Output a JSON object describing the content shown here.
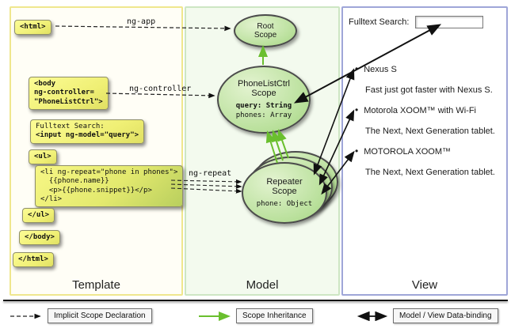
{
  "template_panel": {
    "label": "Template",
    "snippets": {
      "html_open": "<html>",
      "body_open": "<body\nng-controller=\n\"PhoneListCtrl\">",
      "fulltext_label": "Fulltext Search:",
      "fulltext_input": "<input ng-model=\"query\">",
      "ul_open": "<ul>",
      "li_repeat": "<li ng-repeat=\"phone in phones\">\n  {{phone.name}}\n  <p>{{phone.snippet}}</p>\n</li>",
      "ul_close": "</ul>",
      "body_close": "</body>",
      "html_close": "</html>"
    }
  },
  "model_panel": {
    "label": "Model",
    "root_scope_title": "Root\nScope",
    "phonelist_title": "PhoneListCtrl\nScope",
    "phonelist_query": "query: String",
    "phonelist_phones": "phones: Array",
    "repeater_title": "Repeater\nScope",
    "repeater_phone": "phone: Object"
  },
  "view_panel": {
    "label": "View",
    "search_label": "Fulltext Search:",
    "search_value": "",
    "items": [
      {
        "name": "Nexus S",
        "snippet": "Fast just got faster with Nexus S."
      },
      {
        "name": "Motorola XOOM™ with Wi-Fi",
        "snippet": "The Next, Next Generation tablet."
      },
      {
        "name": "MOTOROLA XOOM™",
        "snippet": "The Next, Next Generation tablet."
      }
    ]
  },
  "arrow_labels": {
    "ng_app": "ng-app",
    "ng_controller": "ng-controller",
    "ng_repeat": "ng-repeat"
  },
  "legend": {
    "implicit": "Implicit Scope Declaration",
    "inheritance": "Scope Inheritance",
    "binding": "Model / View Data-binding"
  },
  "colors": {
    "code_yellow": "#efef74",
    "scope_green": "#b9e09b",
    "inheritance_green": "#6abf2e",
    "arrow_black": "#111111",
    "template_border": "#efe78e",
    "model_border": "#cde6c3",
    "view_border": "#9fa6d8"
  }
}
